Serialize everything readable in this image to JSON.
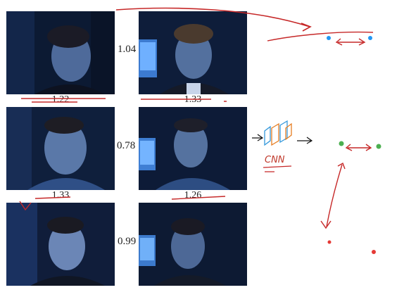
{
  "pairs": [
    {
      "similarity": "1.04",
      "left_caption": "1.22",
      "right_caption": "1.33"
    },
    {
      "similarity": "0.78",
      "left_caption": "1.33",
      "right_caption": "1.26"
    },
    {
      "similarity": "0.99"
    }
  ],
  "annotation": {
    "network_label": "CNN",
    "colors": {
      "ink_red": "#c62828",
      "cyan": "#2196f3",
      "green": "#4caf50",
      "red_dot": "#e53935",
      "cnn_orange": "#e67e22",
      "cnn_blue": "#3498db"
    }
  }
}
